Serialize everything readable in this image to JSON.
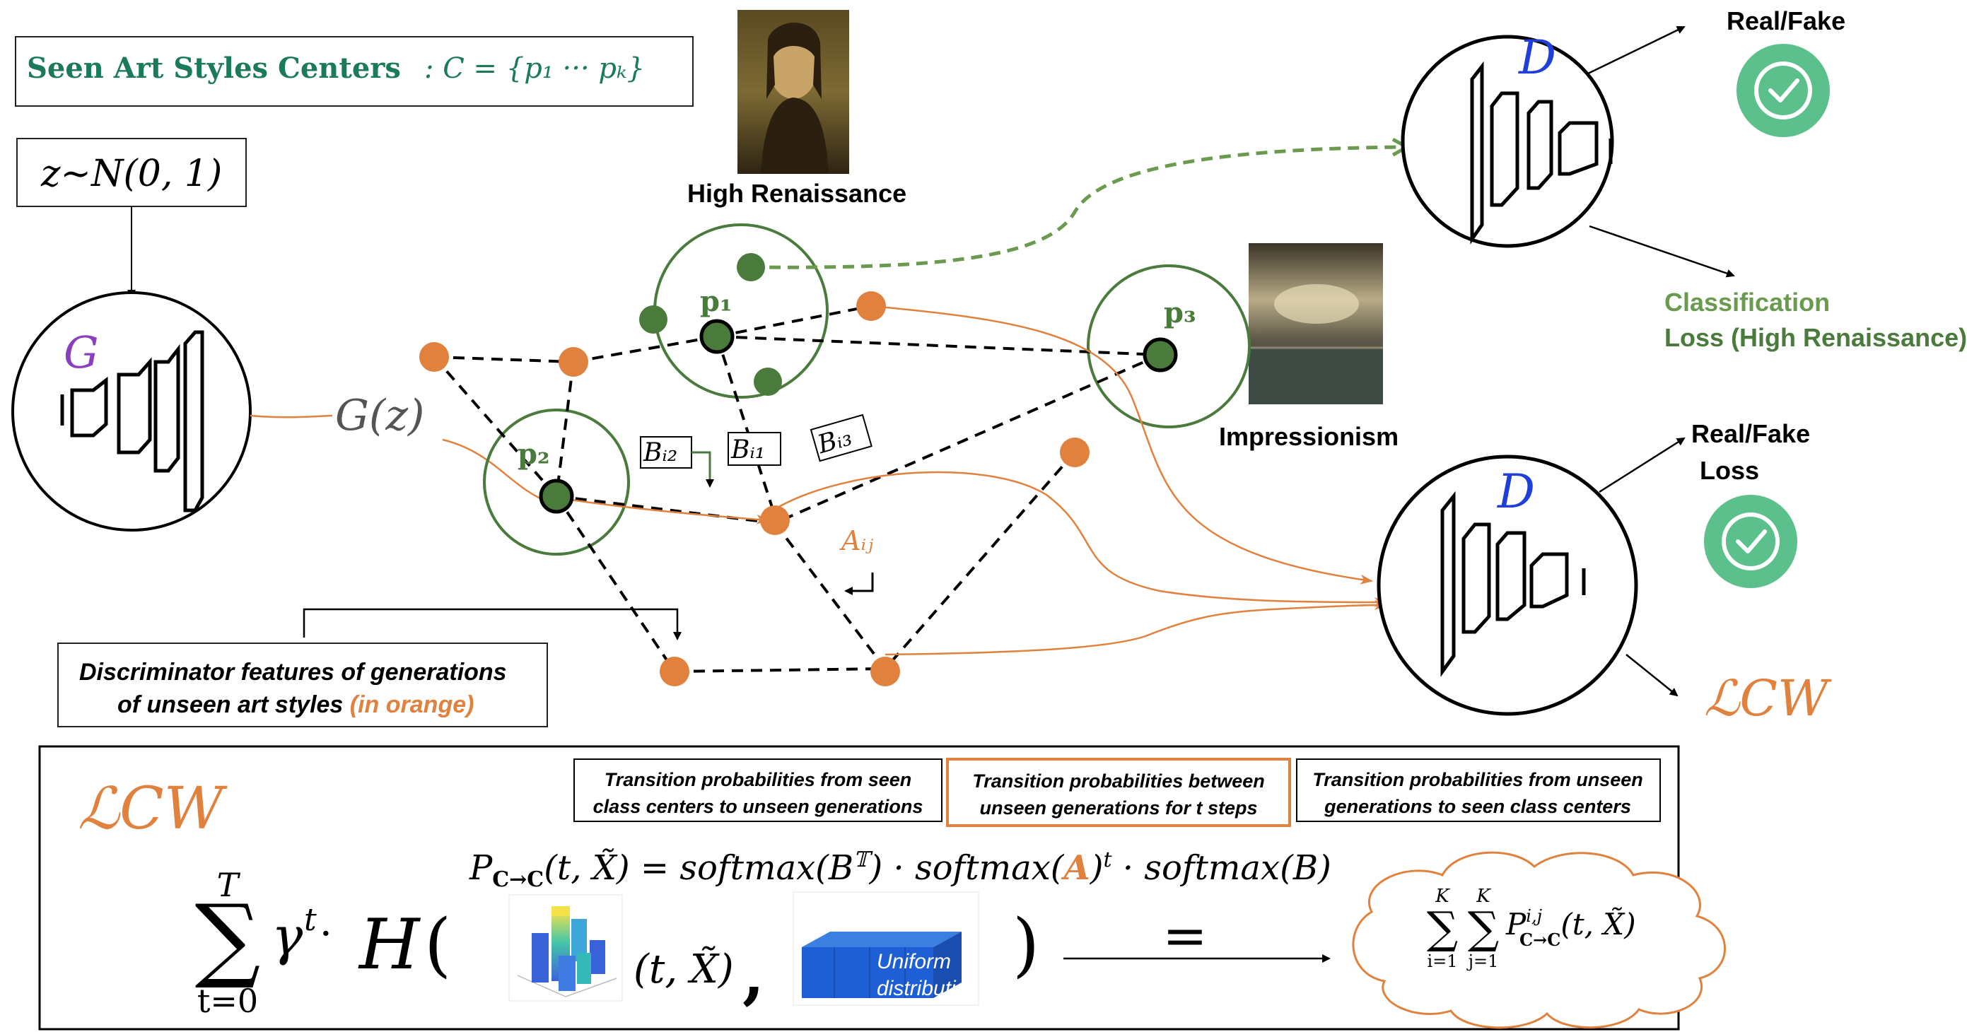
{
  "seen_centers": {
    "label": "Seen Art Styles Centers",
    "formula": ": C = {p₁ ··· pₖ}"
  },
  "noise": {
    "label": "z∼N(0, 1)"
  },
  "generator": {
    "letter": "G"
  },
  "gz": {
    "label": "G(z)"
  },
  "styles": {
    "high_renaissance": "High Renaissance",
    "impressionism": "Impressionism"
  },
  "centers": {
    "p1": "p₁",
    "p2": "p₂",
    "p3": "p₃"
  },
  "edges": {
    "b_i2": "Bᵢ₂",
    "b_i1": "Bᵢ₁",
    "b_i3": "Bᵢ₃",
    "a_ij": "Aᵢⱼ"
  },
  "discriminator_top": {
    "letter": "D",
    "real_fake": "Real/Fake",
    "loss_line1": "Classification",
    "loss_line2": "Loss (High Renaissance)"
  },
  "discriminator_bottom": {
    "letter": "D",
    "real_fake_line1": "Real/Fake",
    "real_fake_line2": "Loss",
    "loss": "ℒCW"
  },
  "features_box": {
    "line1": "Discriminator features of generations",
    "line2_prefix": "of unseen art styles ",
    "line2_highlight": "(in orange)"
  },
  "equation": {
    "loss_title": "ℒCW",
    "box1_line1": "Transition probabilities from seen",
    "box1_line2": "class centers to unseen generations",
    "box2_line1": "Transition probabilities between",
    "box2_line2": "unseen generations for t steps",
    "box3_line1": "Transition probabilities from unseen",
    "box3_line2": "generations  to seen class centers",
    "main_lhs": "P",
    "main_sub": "C→C",
    "main_args": "(t, X̃) = softmax(B",
    "main_T": "𝕋",
    "main_mid": ") · softmax(",
    "main_A": "A",
    "main_rest": ")",
    "main_t": "t",
    "main_end": " · softmax(B)",
    "sum_top": "T",
    "sum_bottom": "t=0",
    "gamma": "γ",
    "gamma_sup": "t",
    "dot": "·",
    "H": "H",
    "open_paren": "(",
    "targ": "(t, X̃)",
    "comma": ",",
    "uniform_line1": "Uniform",
    "uniform_line2": "distributi",
    "close_paren": ")",
    "equals": "=",
    "rhs_sum_i_top": "K",
    "rhs_sum_i_bottom": "i=1",
    "rhs_sum_j_top": "K",
    "rhs_sum_j_bottom": "j=1",
    "rhs_P": "P",
    "rhs_sup": "i,j",
    "rhs_sub": "C→C",
    "rhs_args": "(t, X̃)"
  },
  "colors": {
    "green": "#4a7a3c",
    "green_light": "#6a9a4e",
    "orange": "#e0823e",
    "purple": "#8b3fc0",
    "blue": "#1f3fd8",
    "check": "#5cc08c",
    "teal": "#1b7a5a"
  }
}
